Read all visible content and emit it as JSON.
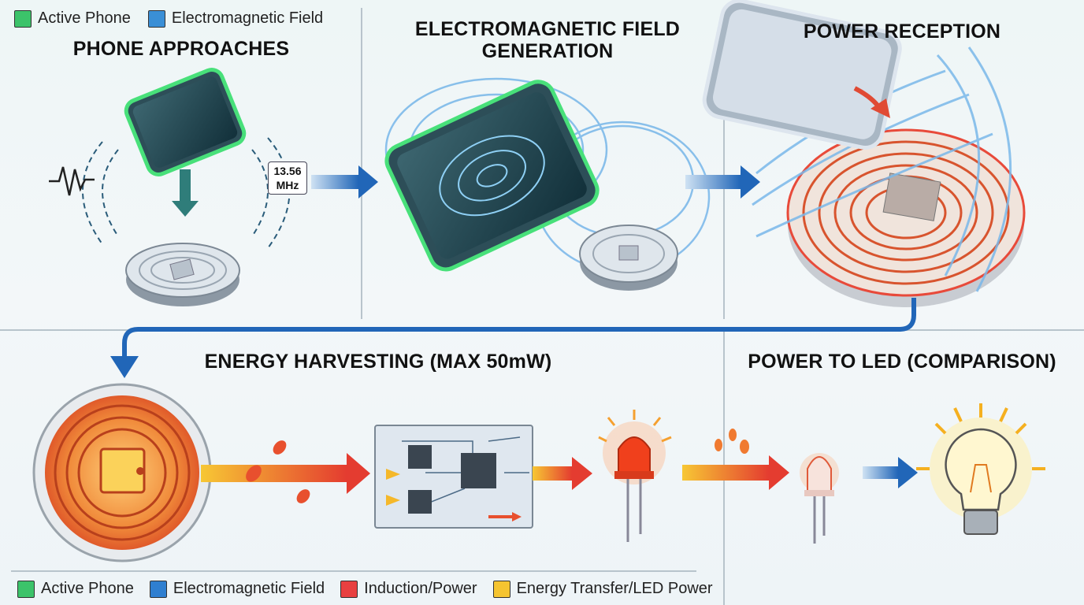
{
  "legend_top": [
    {
      "label": "Active Phone",
      "color": "#3cc36a"
    },
    {
      "label": "Electromagnetic Field",
      "color": "#3a8fd6"
    }
  ],
  "panels": {
    "phone_approaches": {
      "title": "PHONE APPROACHES",
      "frequency_line1": "13.56",
      "frequency_line2": "MHz"
    },
    "field_generation": {
      "title_line1": "ELECTROMAGNETIC FIELD",
      "title_line2": "GENERATION"
    },
    "power_reception": {
      "title": "POWER RECEPTION"
    },
    "energy_harvesting": {
      "title": "ENERGY HARVESTING (MAX 50mW)"
    },
    "power_to_led": {
      "title": "POWER TO LED (COMPARISON)"
    }
  },
  "legend_bottom": [
    {
      "label": "Active Phone",
      "color": "#3cc36a"
    },
    {
      "label": "Electromagnetic Field",
      "color": "#2f7fd0"
    },
    {
      "label": "Induction/Power",
      "color": "#e84040"
    },
    {
      "label": "Energy Transfer/LED Power",
      "color": "#f5c430"
    }
  ]
}
